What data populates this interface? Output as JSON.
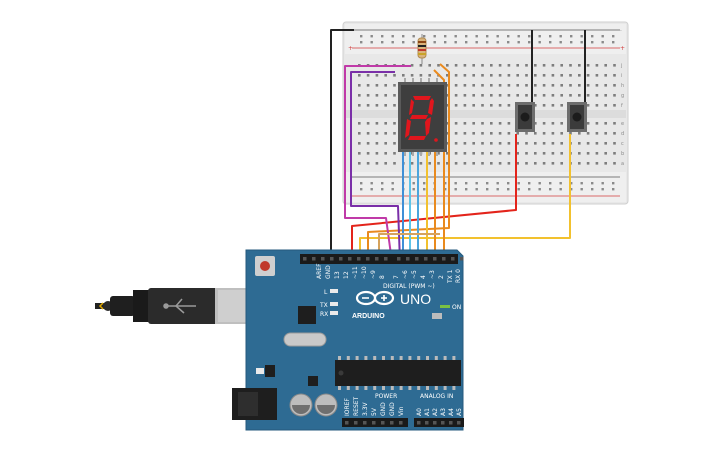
{
  "board": {
    "brand": "ARDUINO",
    "model": "UNO",
    "digital_label": "DIGITAL (PWM ~)",
    "power_label": "POWER",
    "analog_label": "ANALOG IN",
    "on_label": "ON",
    "led_labels": [
      "L",
      "TX",
      "RX"
    ],
    "top_pins": [
      "AREF",
      "GND",
      "13",
      "12",
      "~11",
      "~10",
      "~9",
      "8",
      "7",
      "~6",
      "~5",
      "4",
      "~3",
      "2",
      "TX 1",
      "RX 0"
    ],
    "power_pins": [
      "IOREF",
      "RESET",
      "3.3V",
      "5V",
      "GND",
      "GND",
      "Vin"
    ],
    "analog_pins": [
      "A0",
      "A1",
      "A2",
      "A3",
      "A4",
      "A5"
    ]
  },
  "display": {
    "digit": "8"
  },
  "breadboard": {
    "rows_top": [
      "j",
      "i",
      "h",
      "g",
      "f"
    ],
    "rows_bottom": [
      "e",
      "d",
      "c",
      "b",
      "a"
    ],
    "rail_signs": [
      "-",
      "+"
    ]
  },
  "colors": {
    "board": "#2e6b93",
    "display_segment": "#e0161d",
    "wire_red": "#e3241b",
    "wire_yellow": "#f2c12e",
    "wire_orange": "#e98a1e",
    "wire_purple": "#8b3fb6",
    "wire_magenta": "#c03aa8",
    "wire_blue": "#4aa6dd",
    "wire_black": "#222222"
  }
}
